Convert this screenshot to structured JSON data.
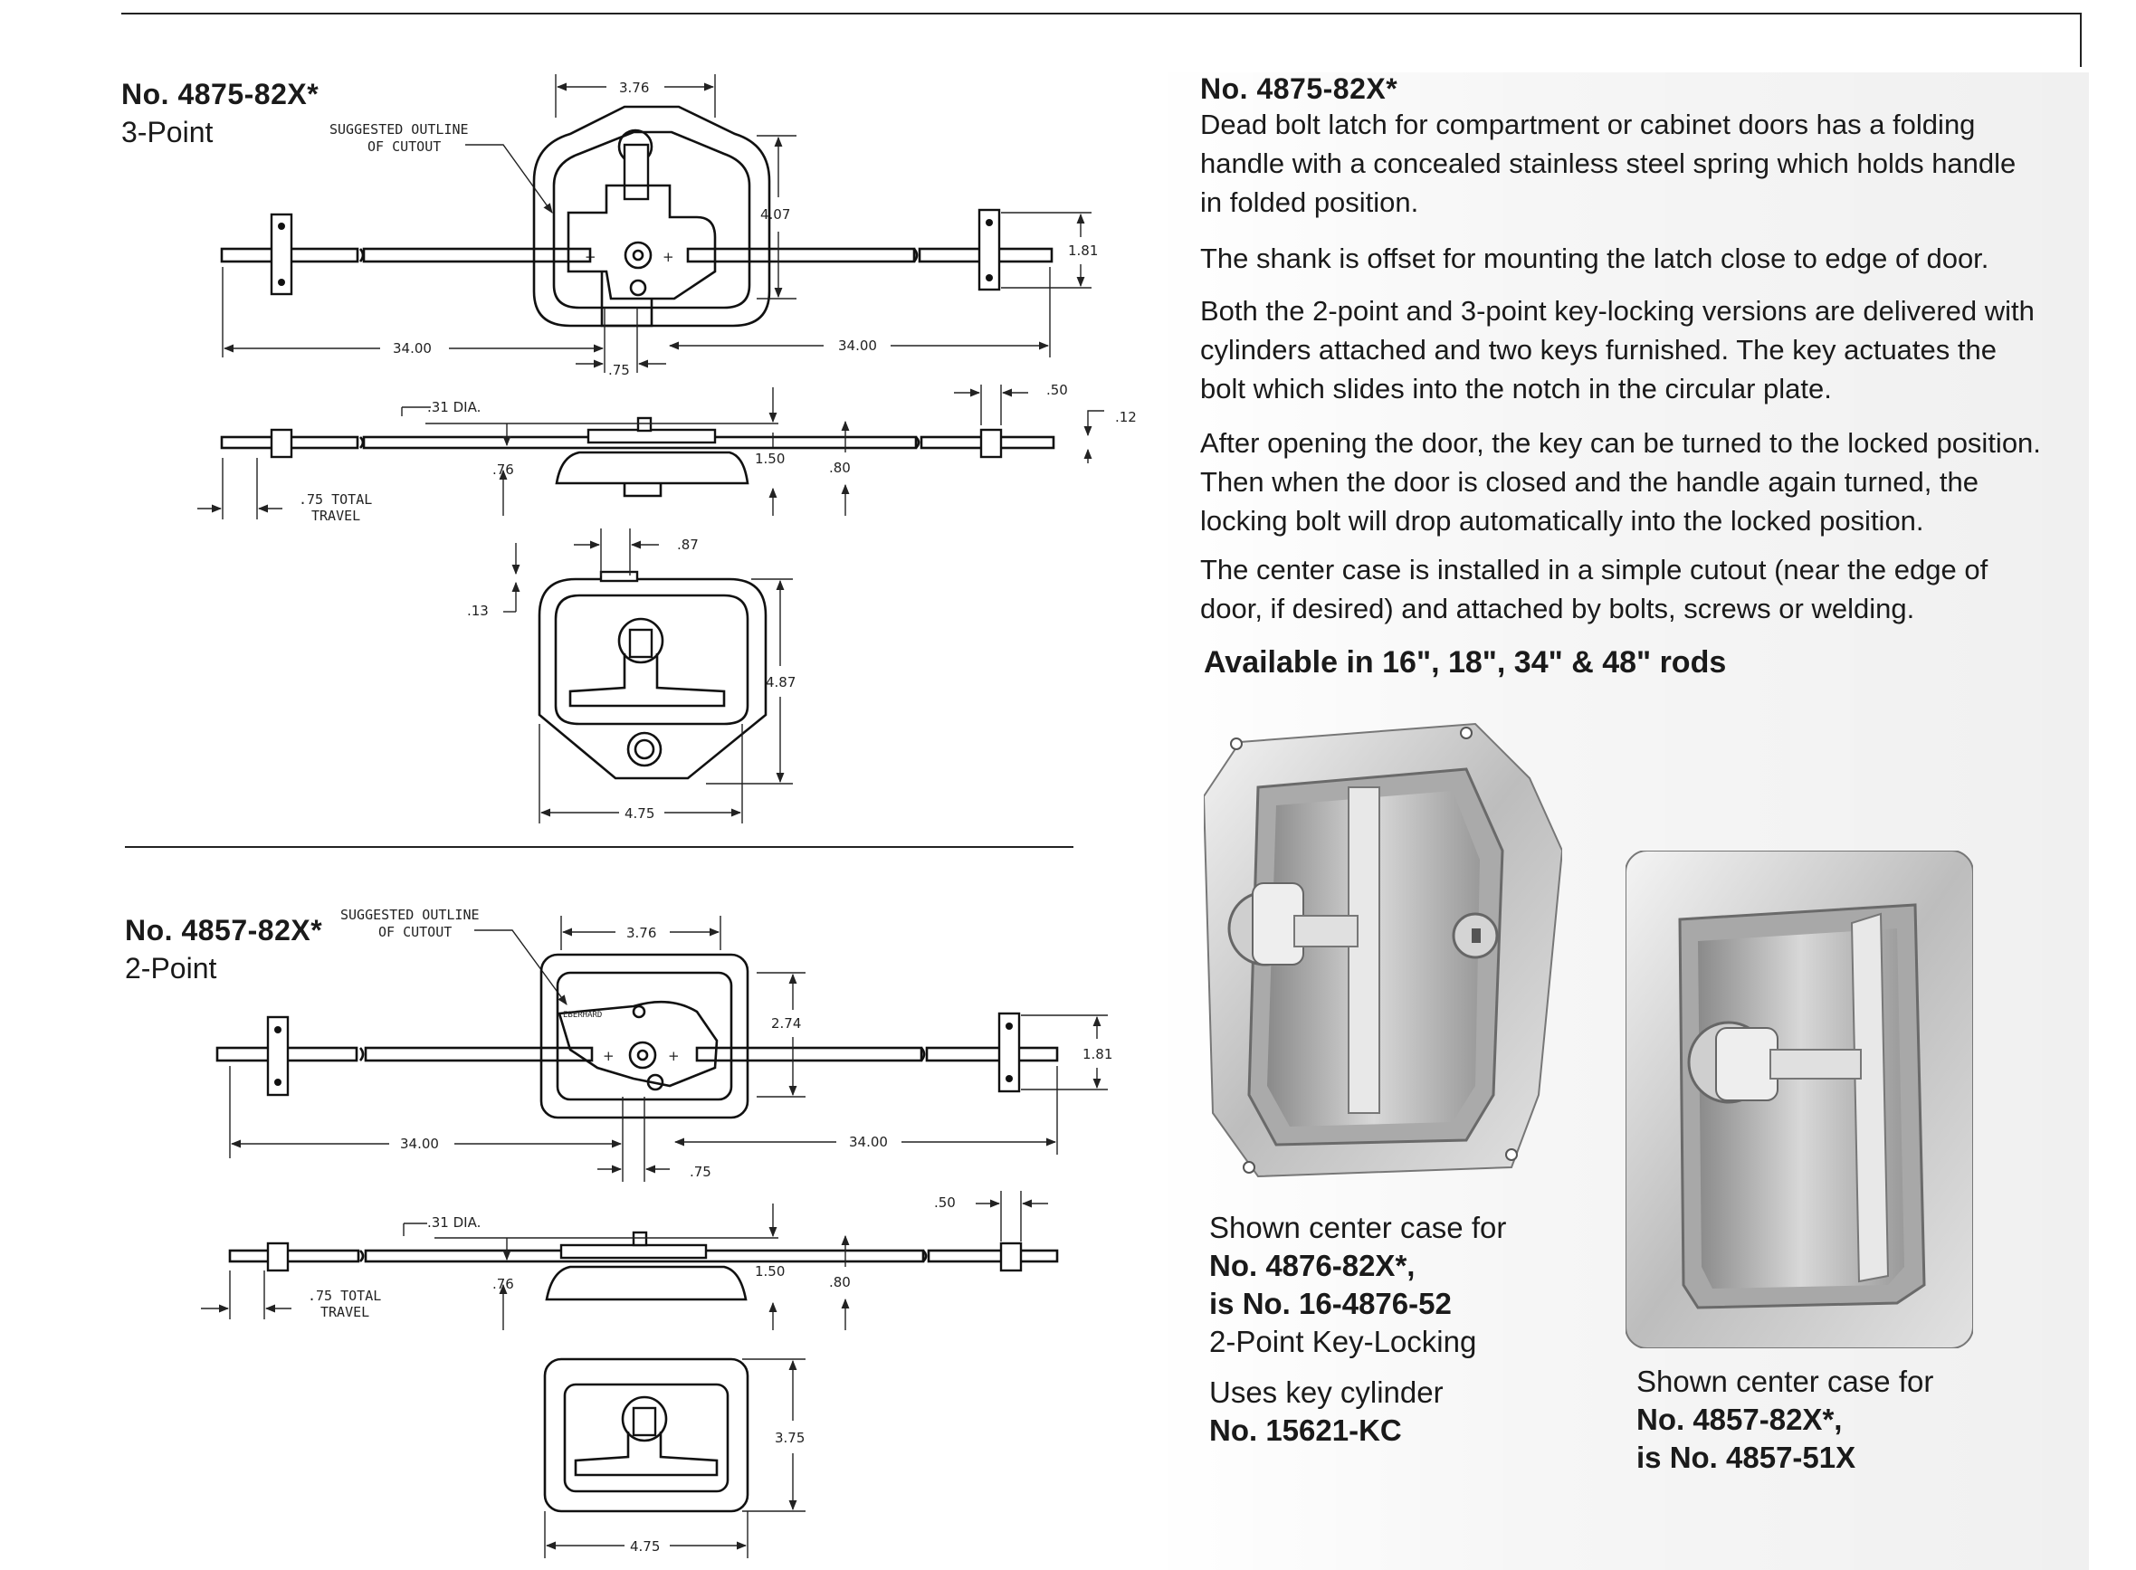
{
  "top_left": {
    "model": "No. 4875-82X*",
    "subtitle": "3-Point",
    "outline_note_1": "SUGGESTED OUTLINE",
    "outline_note_2": "OF CUTOUT",
    "dims": {
      "width_top": "3.76",
      "height_case": "4.07",
      "rod_spacing": "1.81",
      "rod_left": "34.00",
      "rod_right": "34.00",
      "offset": ".75",
      "dia": ".31 DIA.",
      "side_a": ".50",
      "side_b": ".12",
      "travel": ".75 TOTAL",
      "travel2": "TRAVEL",
      "depth_a": ".76",
      "depth_b": "1.50",
      "depth_c": ".80",
      "front_a": ".87",
      "front_b": ".13",
      "front_h": "4.87",
      "front_w": "4.75"
    }
  },
  "bottom_left": {
    "model": "No. 4857-82X*",
    "subtitle": "2-Point",
    "outline_note_1": "SUGGESTED OUTLINE",
    "outline_note_2": "OF CUTOUT",
    "brand_mark": "EBERHARD",
    "dims": {
      "width_top": "3.76",
      "height_case": "2.74",
      "rod_spacing": "1.81",
      "rod_left": "34.00",
      "rod_right": "34.00",
      "offset": ".75",
      "dia": ".31 DIA.",
      "side_a": ".50",
      "travel": ".75 TOTAL",
      "travel2": "TRAVEL",
      "depth_a": ".76",
      "depth_b": "1.50",
      "depth_c": ".80",
      "front_h": "3.75",
      "front_w": "4.75"
    }
  },
  "description": {
    "model": "No. 4875-82X*",
    "p1": "Dead bolt latch for compartment or cabinet doors has a folding handle with a concealed stainless steel spring which holds handle in folded position.",
    "p2": "The shank is offset for mounting the latch close to edge of door.",
    "p3": "Both the 2-point and 3-point key-locking versions are delivered with cylinders attached and two keys furnished. The key actuates the bolt which slides into the notch in the circular plate.",
    "p4": "After opening the door, the key can be turned to the locked position. Then when the door is closed and the handle again turned, the locking bolt will drop automatically into the locked position.",
    "p5": "The center case is installed in a simple cutout (near the edge of door, if desired) and attached by bolts, screws or welding.",
    "available": "Available in 16\", 18\", 34\" & 48\" rods"
  },
  "caption_left": {
    "line1": "Shown center case for",
    "line2": "No. 4876-82X*,",
    "line3": "is No. 16-4876-52",
    "line4": "2-Point Key-Locking",
    "line5": "Uses key cylinder",
    "line6": "No. 15621-KC"
  },
  "caption_right": {
    "line1": "Shown center case for",
    "line2": "No. 4857-82X*,",
    "line3": "is No. 4857-51X"
  }
}
